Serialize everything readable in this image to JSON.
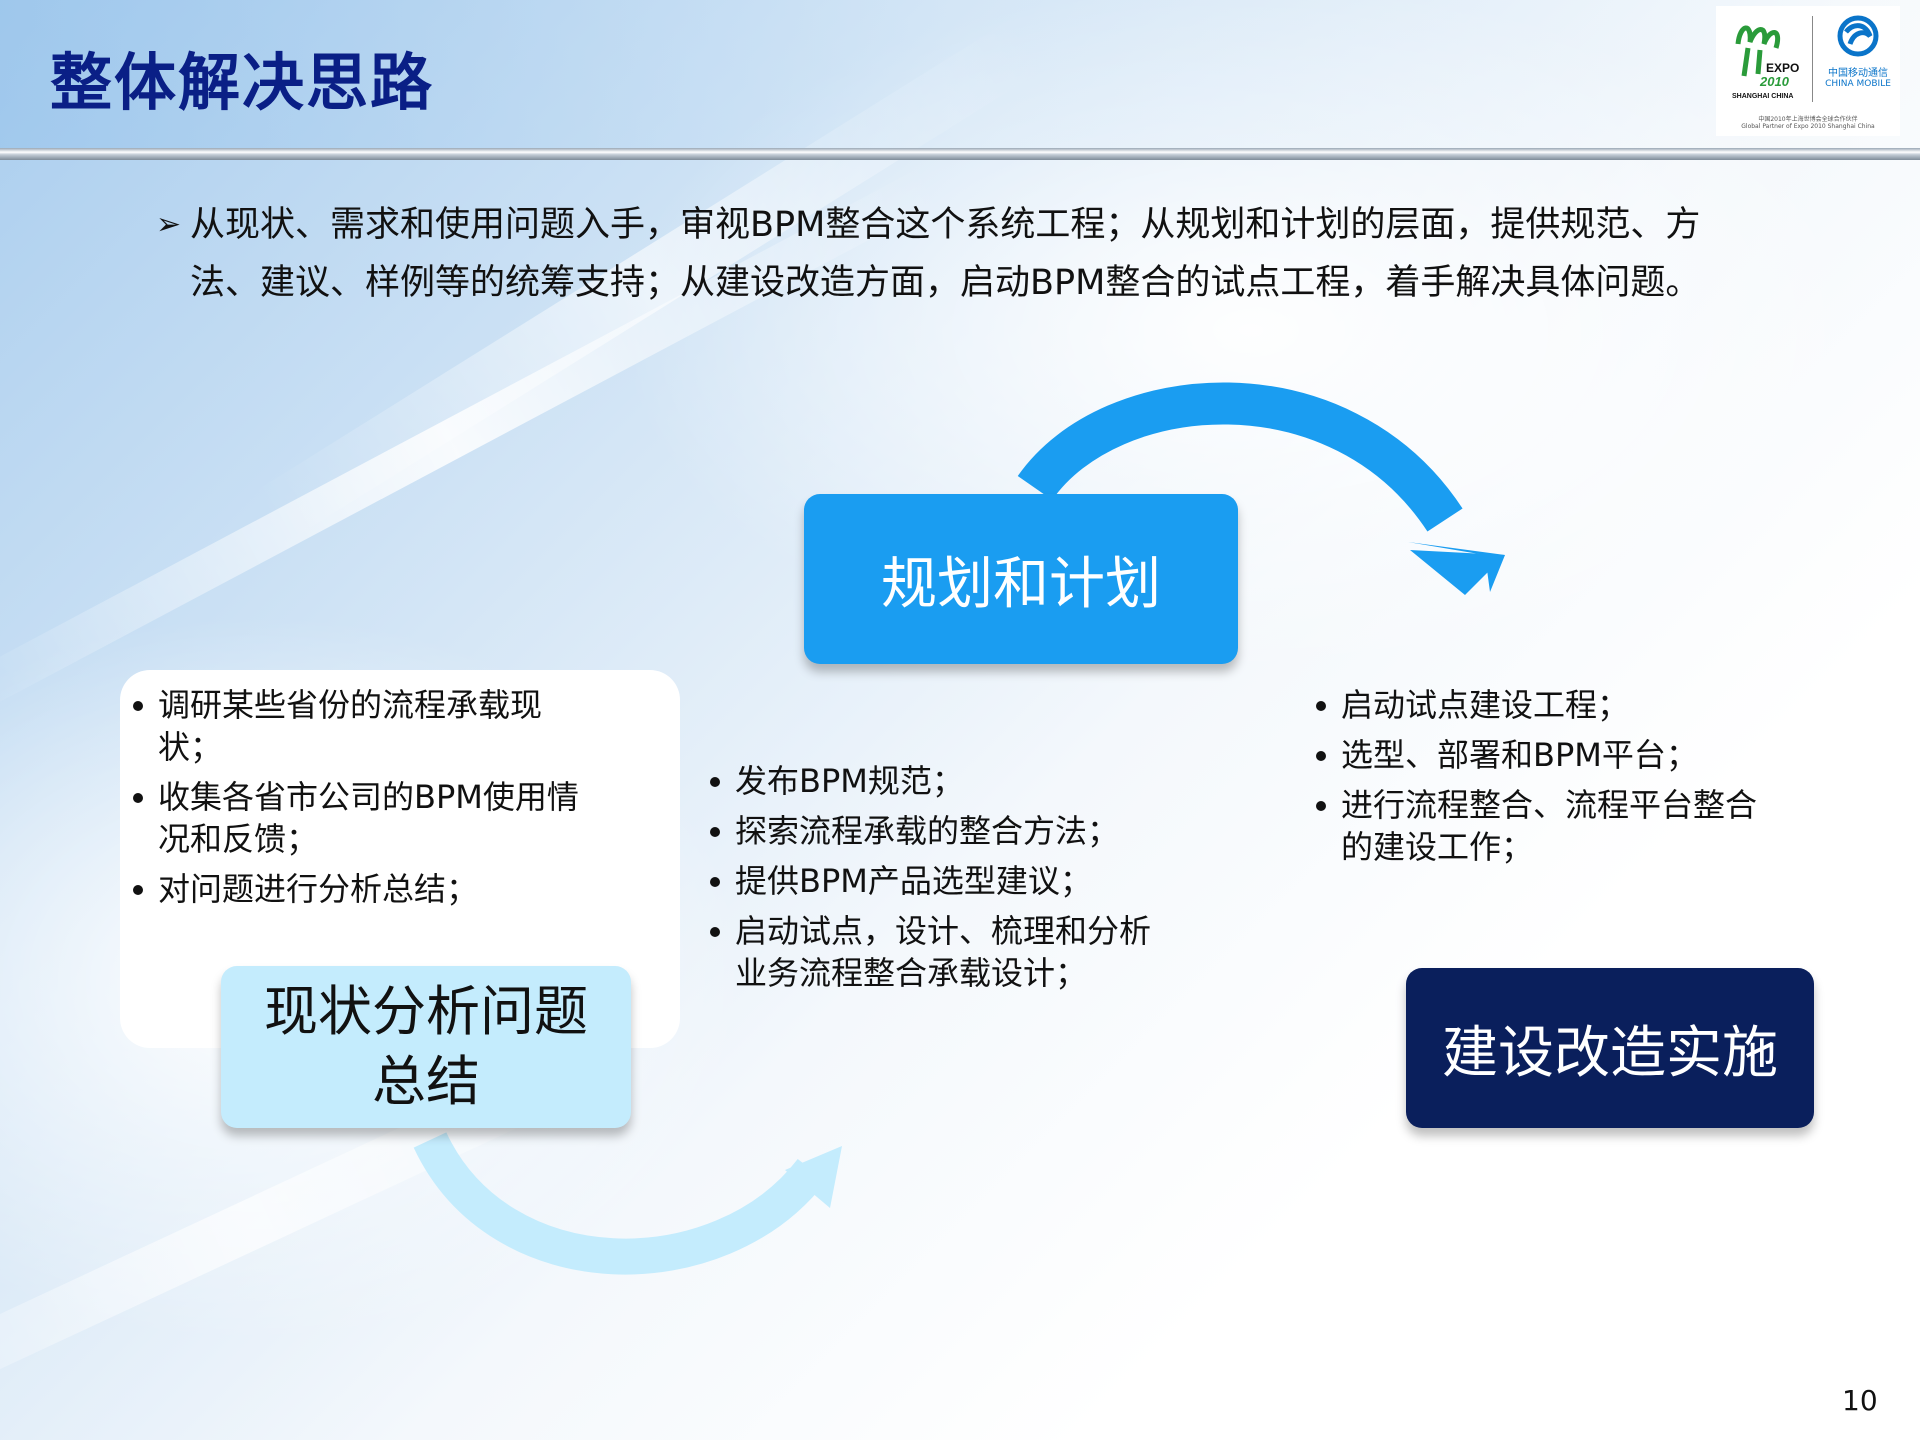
{
  "slide": {
    "title": "整体解决思路",
    "page_number": "10"
  },
  "logo": {
    "expo_line1": "EXPO",
    "expo_line2": "2010",
    "expo_line3": "SHANGHAI CHINA",
    "brand_cn": "中国移动通信",
    "brand_en": "CHINA MOBILE",
    "caption_cn": "中国2010年上海世博会全球合作伙伴",
    "caption_en": "Global Partner of Expo 2010 Shanghai China"
  },
  "intro": {
    "bullet_mark": "➢",
    "text": "从现状、需求和使用问题入手，审视BPM整合这个系统工程；从规划和计划的层面，提供规范、方法、建议、样例等的统筹支持；从建设改造方面，启动BPM整合的试点工程，着手解决具体问题。"
  },
  "boxes": {
    "plan": "规划和计划",
    "build": "建设改造实施",
    "status_line1": "现状分析问题",
    "status_line2": "总结"
  },
  "lists": {
    "left": [
      "调研某些省份的流程承载现状；",
      "收集各省市公司的BPM使用情况和反馈；",
      "对问题进行分析总结；"
    ],
    "mid": [
      "发布BPM规范；",
      "探索流程承载的整合方法；",
      "提供BPM产品选型建议；",
      "启动试点，设计、梳理和分析业务流程整合承载设计；"
    ],
    "right": [
      "启动试点建设工程；",
      "选型、部署和BPM平台；",
      "进行流程整合、流程平台整合的建设工作；"
    ]
  },
  "colors": {
    "title": "#0a1f86",
    "plan_box": "#1a9df1",
    "build_box": "#0a1f5c",
    "status_box": "#c4ecfd",
    "arrow_top": "#1a9df1",
    "arrow_bottom": "#c4ecfd"
  }
}
